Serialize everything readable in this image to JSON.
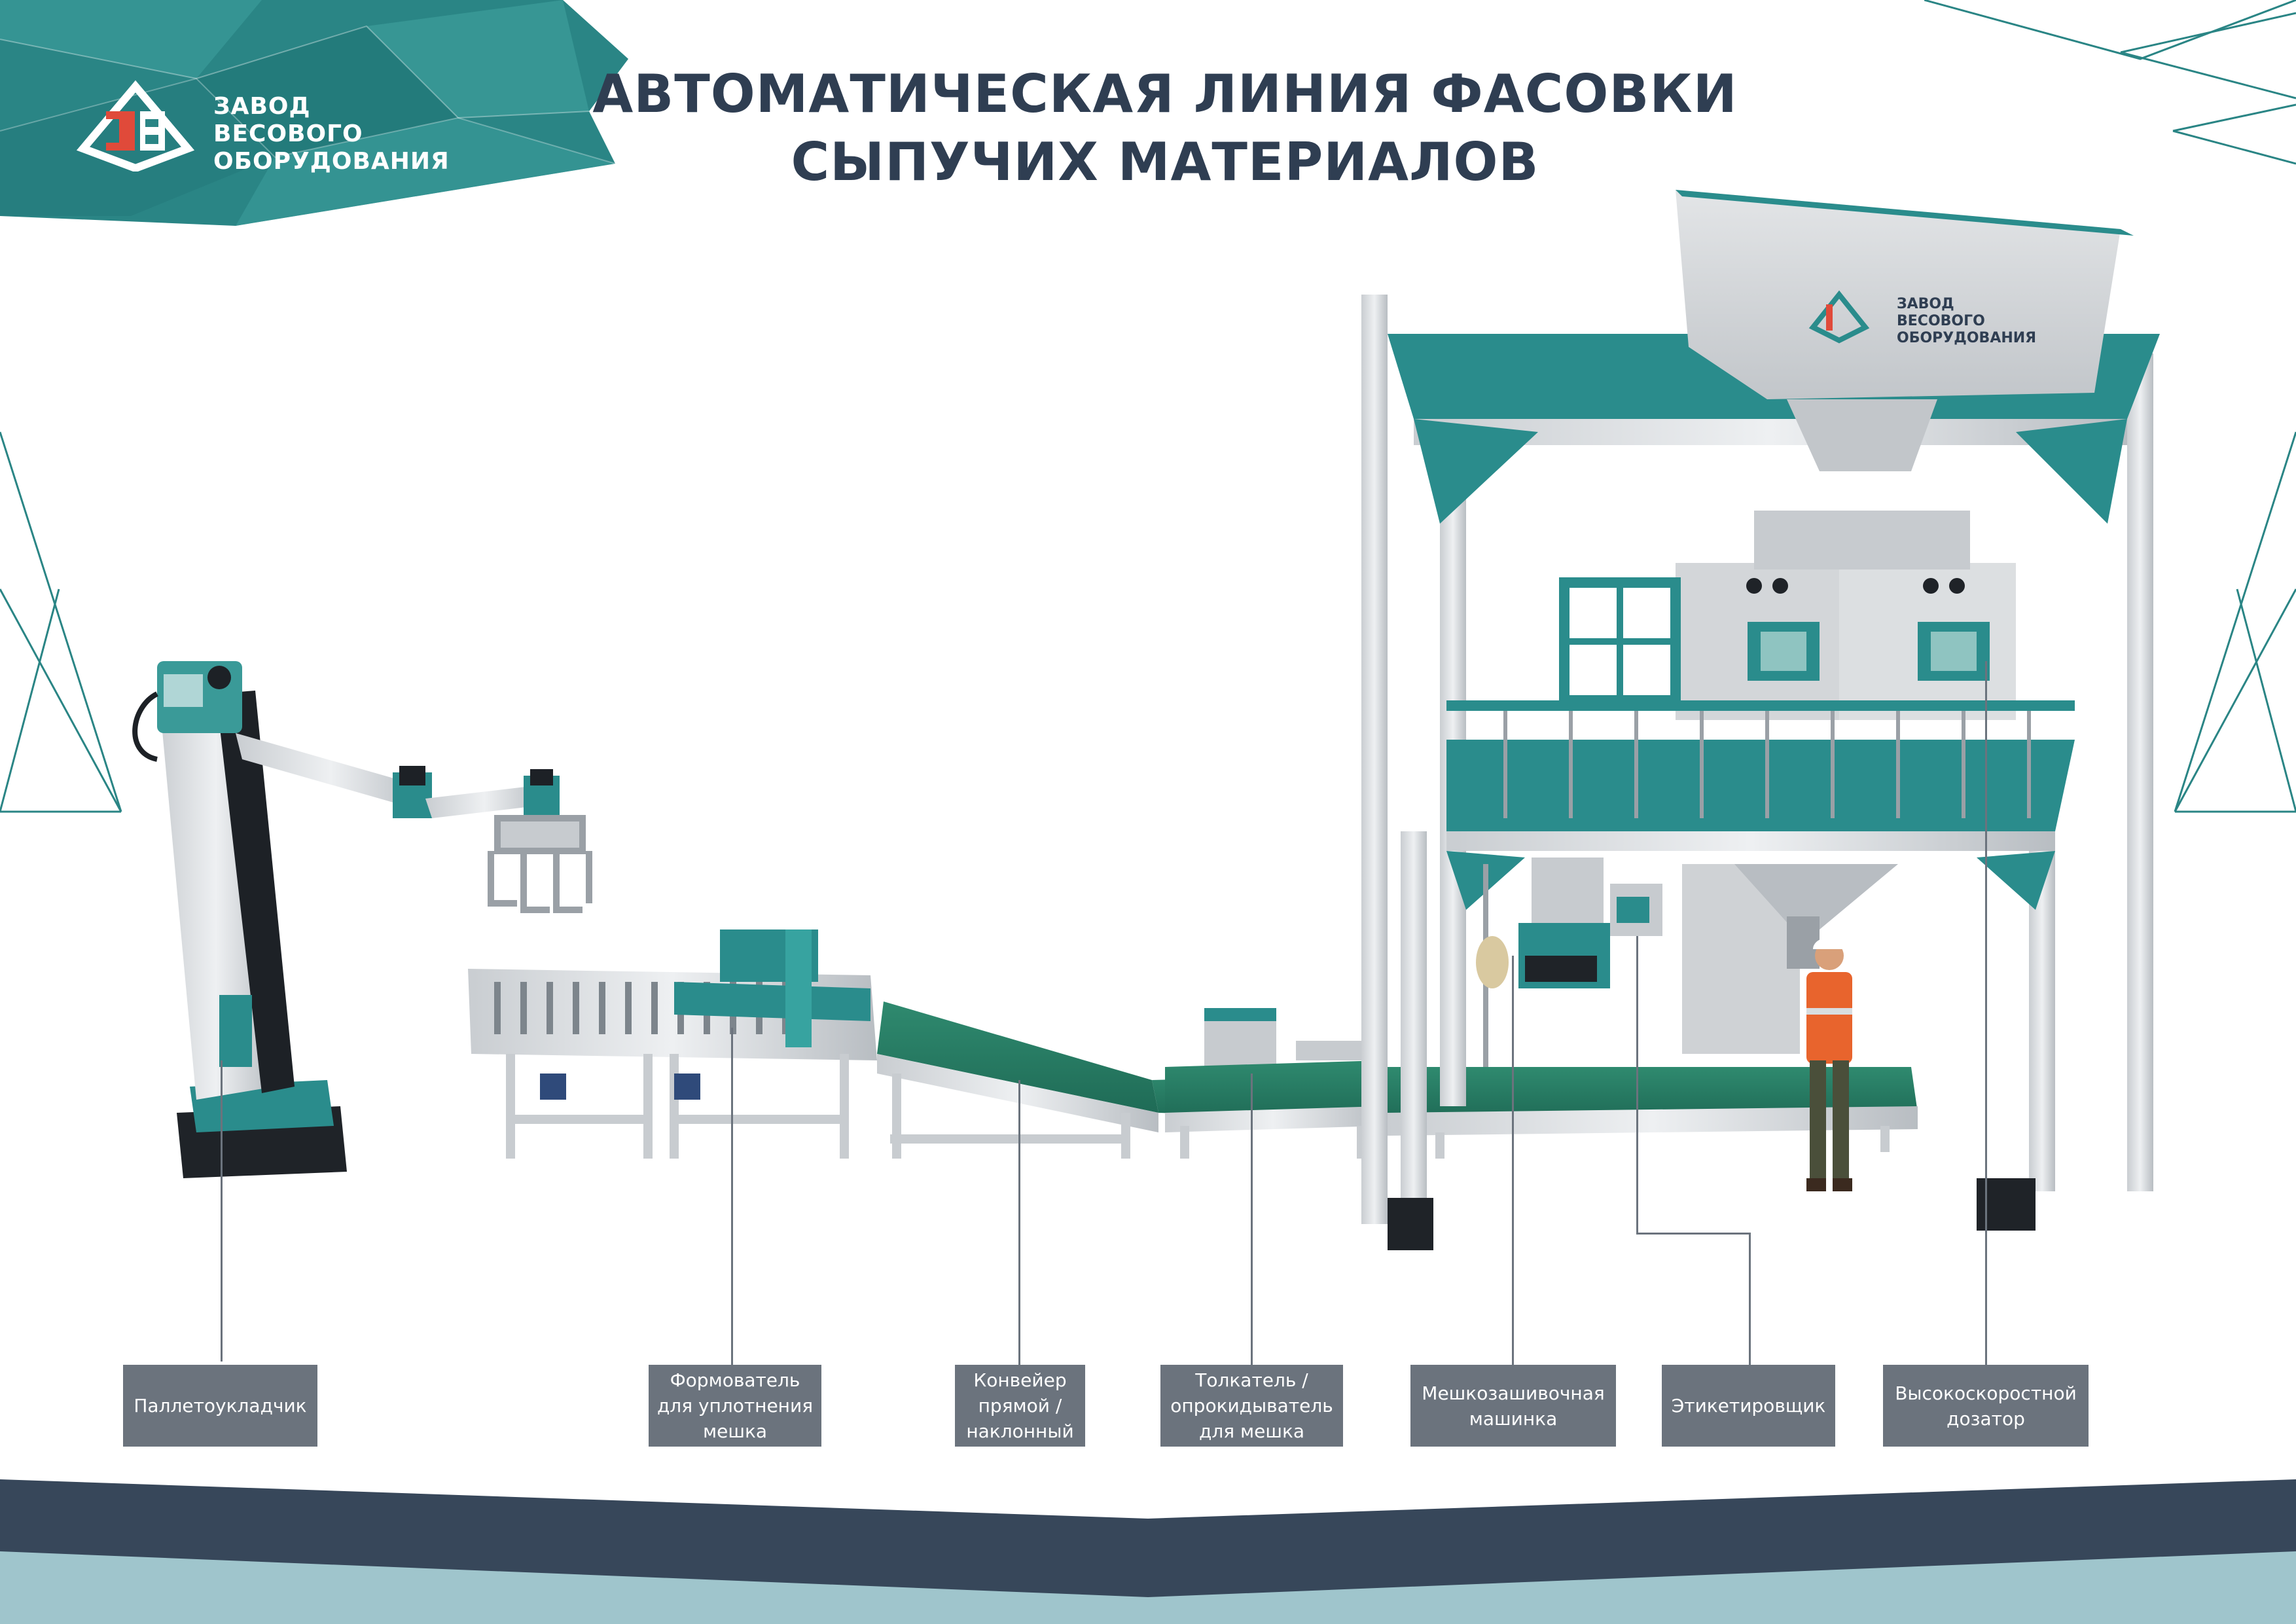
{
  "title": {
    "line1": "АВТОМАТИЧЕСКАЯ ЛИНИЯ ФАСОВКИ",
    "line2": "СЫПУЧИХ МАТЕРИАЛОВ"
  },
  "logo": {
    "line1": "ЗАВОД",
    "line2": "ВЕСОВОГО",
    "line3": "ОБОРУДОВАНИЯ"
  },
  "components": [
    {
      "id": "palletizer",
      "label": "Паллетоукладчик"
    },
    {
      "id": "bag-former",
      "label": "Формователь\nдля уплотнения\nмешка"
    },
    {
      "id": "conveyor",
      "label": "Конвейер\nпрямой /\nнаклонный"
    },
    {
      "id": "pusher",
      "label": "Толкатель /\nопрокидыватель\nдля мешка"
    },
    {
      "id": "sewing",
      "label": "Мешкозашивочная\nмашинка"
    },
    {
      "id": "labeler",
      "label": "Этикетировщик"
    },
    {
      "id": "doser",
      "label": "Высокоскоростной\nдозатор"
    }
  ],
  "colors": {
    "teal": "#2a8c8c",
    "teal_light": "#37a3a0",
    "navy": "#2f3e52",
    "steel": "#d9dcdf",
    "callout_bg": "#6b737d",
    "footer_dark": "#37475a",
    "footer_light": "#9fc5cc"
  }
}
